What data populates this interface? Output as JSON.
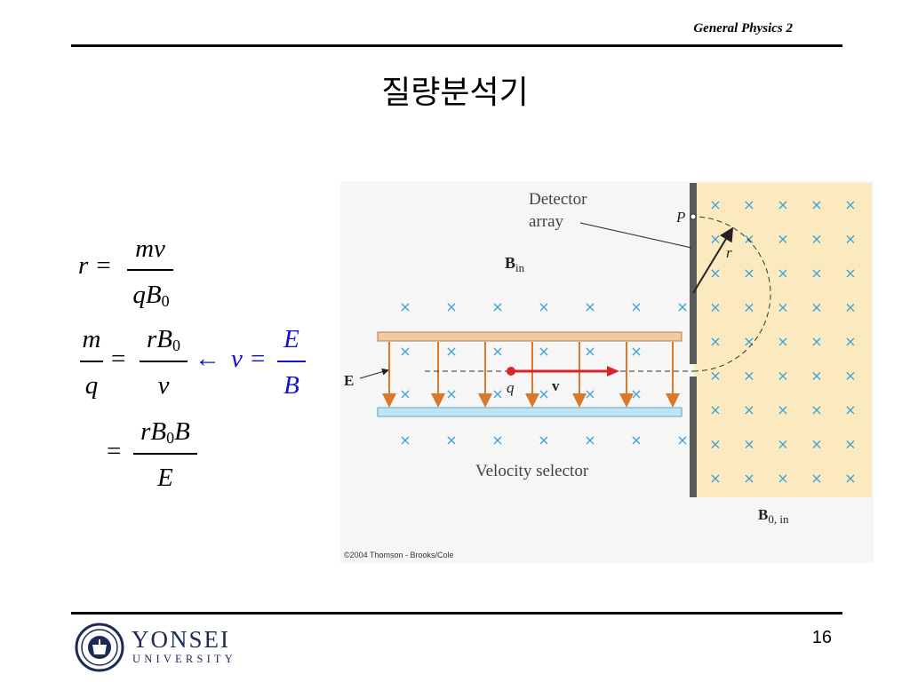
{
  "header": {
    "course": "General Physics 2"
  },
  "slide": {
    "title": "질량분석기",
    "page_number": "16"
  },
  "equations": {
    "eq1": {
      "lhs": "r =",
      "num": "mv",
      "den_q": "qB",
      "den_sub": "0"
    },
    "eq2": {
      "lhs_num": "m",
      "lhs_den": "q",
      "eq": "=",
      "num_rB": "rB",
      "num_sub": "0",
      "den": "v",
      "arrow": "←",
      "rhs_v": "v =",
      "rhs_num": "E",
      "rhs_den": "B"
    },
    "eq3": {
      "eq": "=",
      "num_rB": "rB",
      "num_sub": "0",
      "num_B": "B",
      "den": "E"
    }
  },
  "figure": {
    "detector_line1": "Detector",
    "detector_line2": "array",
    "b_in_main": "B",
    "b_in_sub": "in",
    "point_P": "P",
    "radius_r": "r",
    "e_label": "E",
    "charge_q": "q",
    "velocity_v": "v",
    "velocity_selector": "Velocity selector",
    "b0_main": "B",
    "b0_sub": "0, in",
    "copyright": "©2004 Thomson - Brooks/Cole",
    "colors": {
      "field_x": "#3aa3d6",
      "region_fill": "#fbeabf",
      "plate_top": "#f3c9a0",
      "plate_bottom": "#bfe6f2",
      "field_arrow": "#d9782a",
      "velocity_arrow": "#d9242a"
    }
  },
  "logo": {
    "name": "YONSEI",
    "subtitle": "UNIVERSITY"
  }
}
